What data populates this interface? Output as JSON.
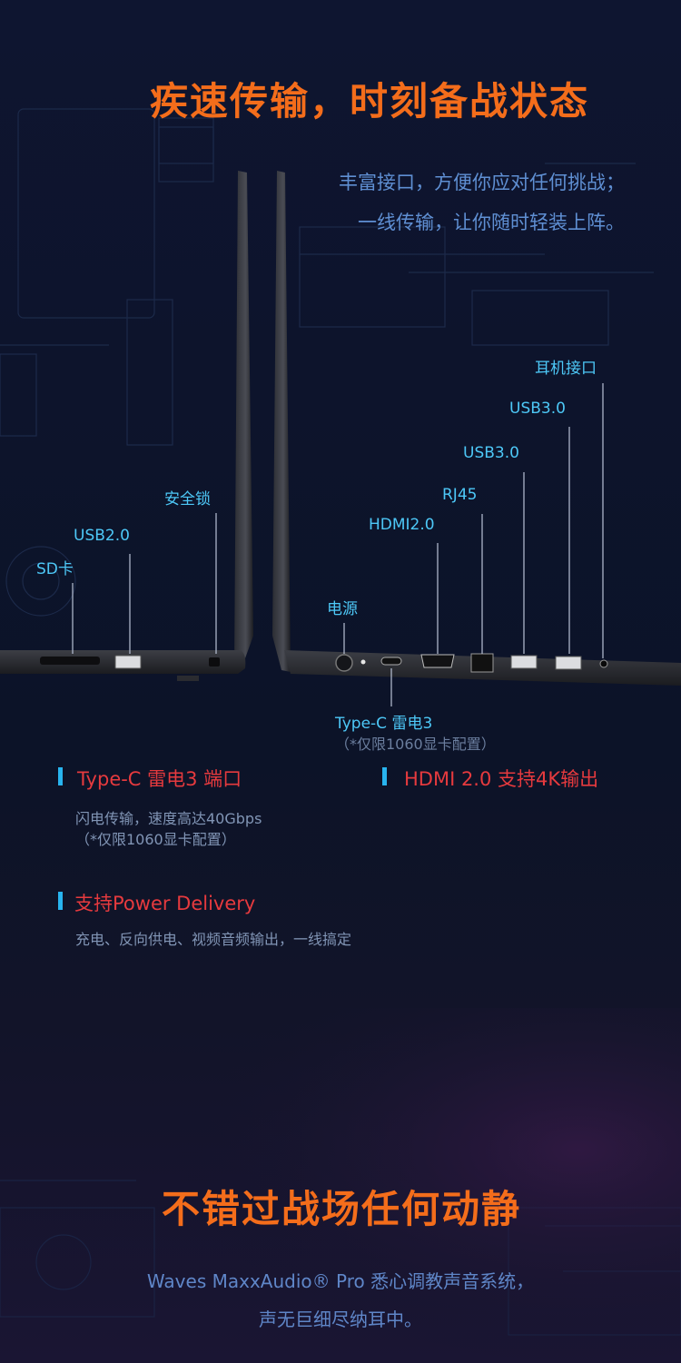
{
  "section1": {
    "title": "疾速传输，时刻备战状态",
    "subtitle_line1": "丰富接口，方便你应对任何挑战；",
    "subtitle_line2": "一线传输，让你随时轻装上阵。"
  },
  "ports_left": {
    "sd": "SD卡",
    "usb2": "USB2.0",
    "lock": "安全锁"
  },
  "ports_right": {
    "power": "电源",
    "typec": "Type-C 雷电3",
    "typec_note": "（*仅限1060显卡配置）",
    "hdmi": "HDMI2.0",
    "rj45": "RJ45",
    "usb3a": "USB3.0",
    "usb3b": "USB3.0",
    "headphone": "耳机接口"
  },
  "features": [
    {
      "title": "Type-C 雷电3 端口",
      "desc1": "闪电传输，速度高达40Gbps",
      "desc2": "（*仅限1060显卡配置）"
    },
    {
      "title": "HDMI 2.0 支持4K输出"
    },
    {
      "title": "支持Power Delivery",
      "desc1": "充电、反向供电、视频音频输出，一线搞定"
    }
  ],
  "section2": {
    "title": "不错过战场任何动静",
    "subtitle_line1": "Waves MaxxAudio® Pro 悉心调教声音系统，",
    "subtitle_line2": "声无巨细尽纳耳中。"
  },
  "colors": {
    "title": "#f46d1b",
    "label": "#4dc8f7",
    "feature_title": "#e63a3e",
    "feature_bar": "#28b4ef",
    "background": "#0d1428"
  }
}
